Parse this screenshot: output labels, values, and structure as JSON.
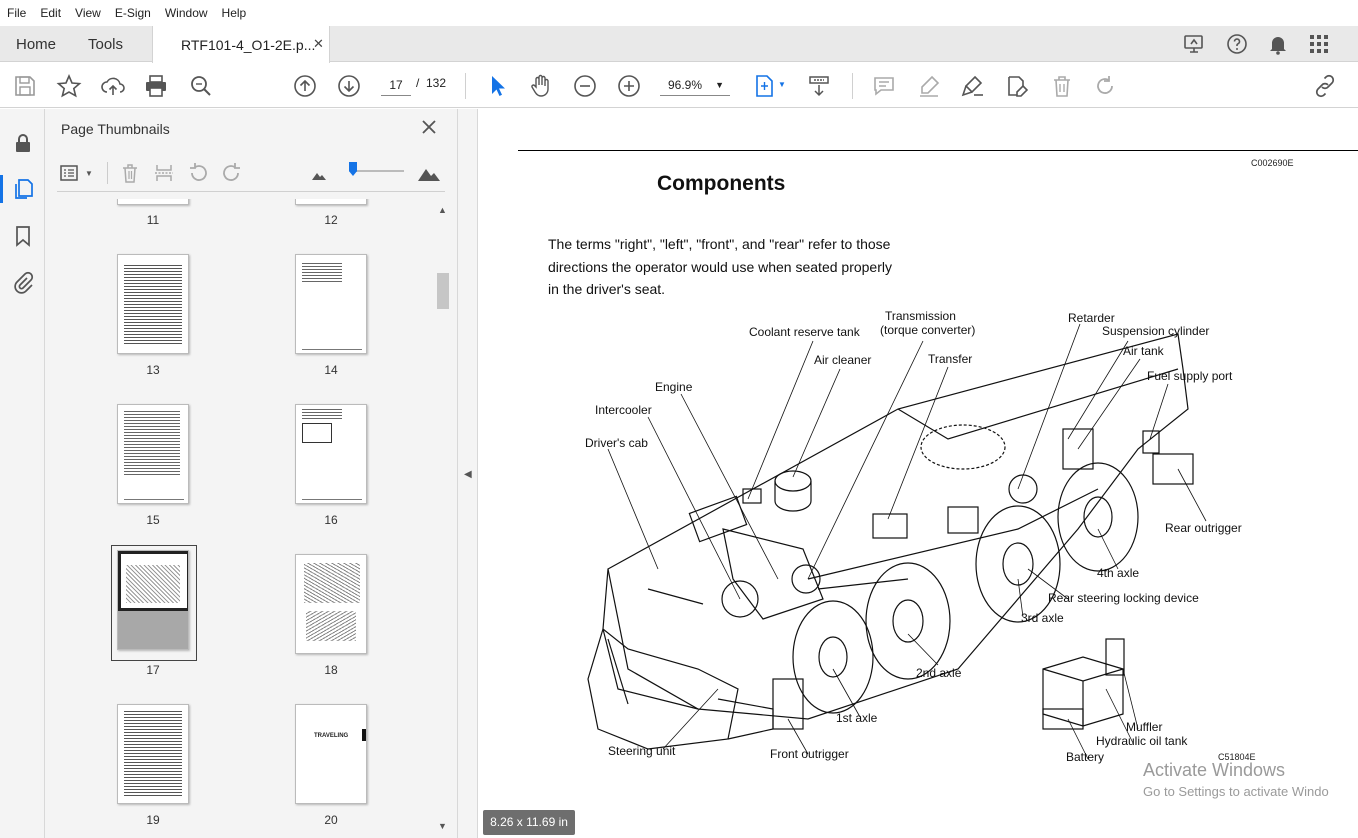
{
  "menu": [
    "File",
    "Edit",
    "View",
    "E-Sign",
    "Window",
    "Help"
  ],
  "tabs": {
    "home": "Home",
    "tools": "Tools",
    "document": "RTF101-4_O1-2E.p...",
    "close": "✕"
  },
  "toolbar": {
    "current_page": "17",
    "page_separator": "/",
    "page_count": "132",
    "zoom": "96.9%"
  },
  "panel": {
    "title": "Page Thumbnails",
    "thumbnails": [
      {
        "page": "11"
      },
      {
        "page": "12"
      },
      {
        "page": "13"
      },
      {
        "page": "14"
      },
      {
        "page": "15"
      },
      {
        "page": "16"
      },
      {
        "page": "17"
      },
      {
        "page": "18"
      },
      {
        "page": "19"
      },
      {
        "page": "20"
      }
    ],
    "thumb20_text": "TRAVELING",
    "selected_page": "17"
  },
  "document": {
    "code_top": "C002690E",
    "title": "Components",
    "paragraph_lines": [
      "The terms \"right\", \"left\", \"front\", and \"rear\" refer to those",
      "directions the operator would use when seated properly",
      "in the driver's seat."
    ],
    "figure_code": "C51804E",
    "labels": {
      "coolant": "Coolant reserve tank",
      "transmission1": "Transmission",
      "transmission2": "(torque converter)",
      "retarder": "Retarder",
      "suspension": "Suspension cylinder",
      "air_cleaner": "Air cleaner",
      "transfer": "Transfer",
      "air_tank": "Air tank",
      "fuel": "Fuel supply port",
      "engine": "Engine",
      "intercooler": "Intercooler",
      "drivers_cab": "Driver's cab",
      "rear_outrigger": "Rear outrigger",
      "axle4": "4th axle",
      "rear_steering": "Rear steering locking device",
      "axle3": "3rd axle",
      "axle2": "2nd axle",
      "axle1": "1st axle",
      "steering_unit": "Steering unit",
      "front_outrigger": "Front outrigger",
      "muffler": "Muffler",
      "hydraulic": "Hydraulic oil tank",
      "battery": "Battery"
    }
  },
  "status": {
    "page_size": "8.26 x 11.69 in",
    "watermark_title": "Activate Windows",
    "watermark_sub": "Go to Settings to activate Windo"
  }
}
